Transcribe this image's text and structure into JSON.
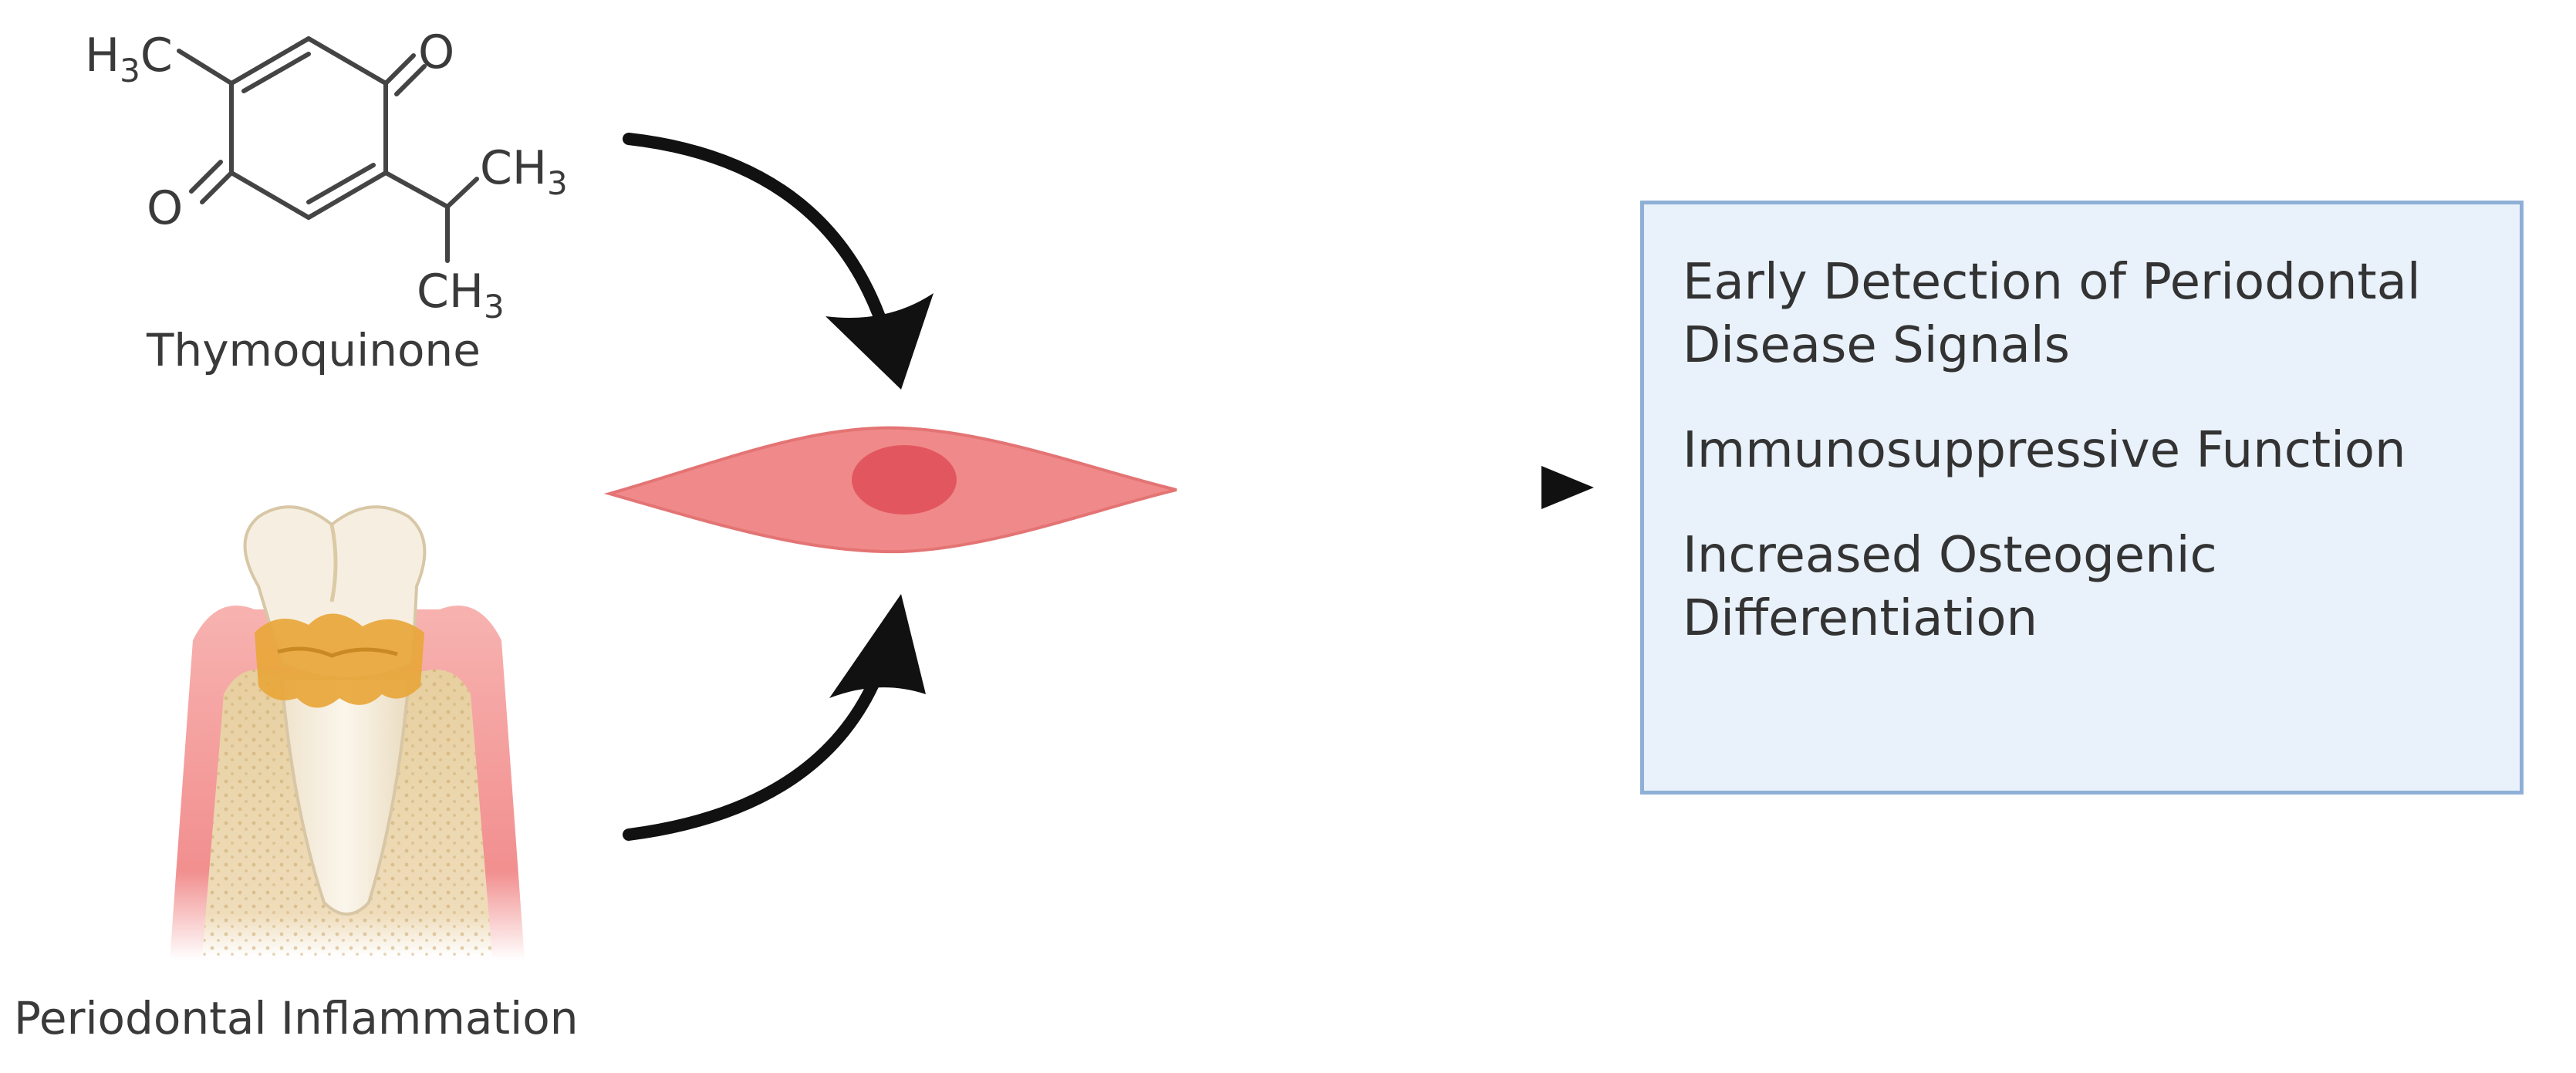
{
  "molecule": {
    "name": "Thymoquinone",
    "labels": {
      "methyl_top_left": {
        "base": "H",
        "sub": "3",
        "tail": "C"
      },
      "oxygen_top_right": "O",
      "oxygen_bottom_left": "O",
      "methyl_right_upper": {
        "base": "CH",
        "sub": "3"
      },
      "methyl_right_lower": {
        "base": "CH",
        "sub": "3"
      }
    }
  },
  "condition": {
    "name": "Periodontal Inflammation"
  },
  "outcomes": {
    "items": [
      "Early Detection of Periodontal Disease Signals",
      "Immunosuppressive Function",
      "Increased Osteogenic Differentiation"
    ]
  },
  "colors": {
    "cell_fill": "#f08a8a",
    "cell_nucleus": "#e2575f",
    "box_fill": "#e9f1fa",
    "box_border": "#8fb0d6",
    "arrow": "#111111",
    "gum": "#f2a0a0",
    "bone": "#e9d3a8",
    "tooth": "#f6efe1",
    "plaque": "#e8a63a"
  },
  "icons": {
    "molecule": "thymoquinone-structure",
    "cell": "fibroblast-cell-icon",
    "tooth": "inflamed-tooth-icon"
  }
}
